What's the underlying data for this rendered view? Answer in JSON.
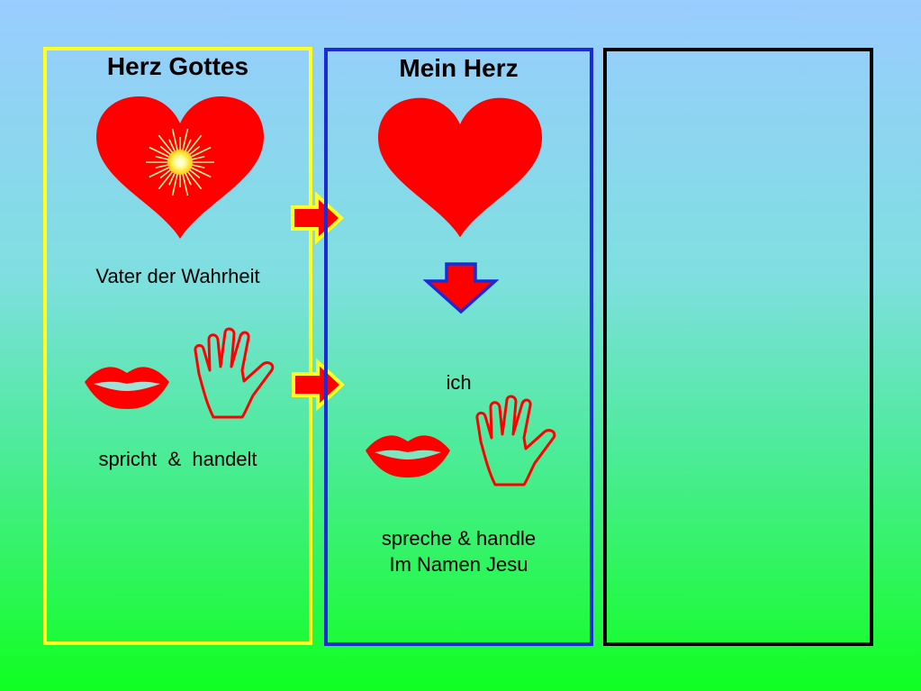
{
  "left_panel": {
    "title": "Herz Gottes",
    "caption": "Vater der Wahrheit",
    "action_label": "spricht  &  handelt"
  },
  "middle_panel": {
    "title": "Mein Herz",
    "subject": "ich",
    "action_label": "spreche & handle",
    "action_sub": "Im Namen Jesu"
  },
  "colors": {
    "heart": "#ff0000",
    "left_border": "#ffff22",
    "middle_border": "#1d2bd6",
    "right_border": "#000000"
  },
  "icons": [
    "heart-icon",
    "sun-burst-icon",
    "lips-icon",
    "hand-icon",
    "arrow-right-icon",
    "arrow-down-icon"
  ]
}
